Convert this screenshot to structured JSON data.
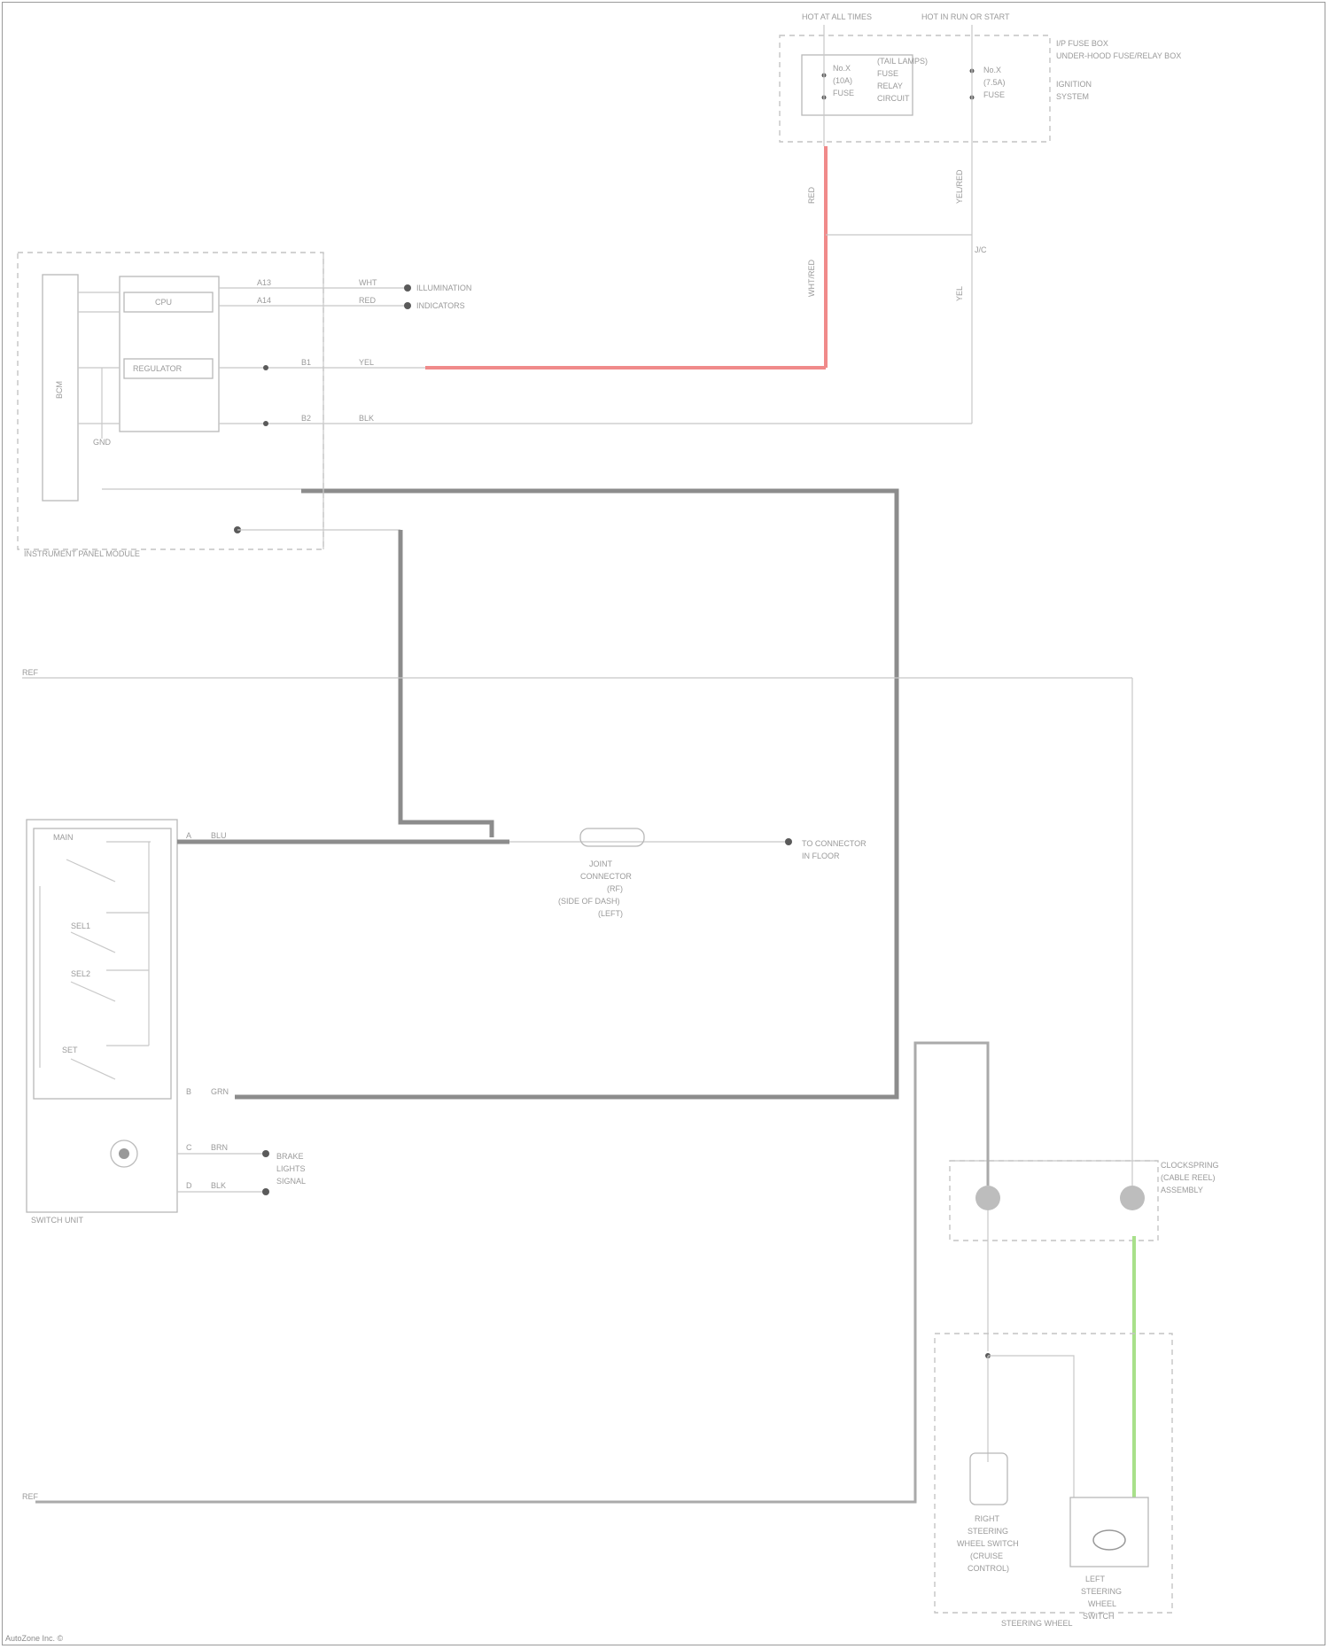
{
  "diagram": {
    "footer": "AutoZone Inc. ©",
    "top_left_header": "HOT AT ALL TIMES",
    "top_right_header": "HOT IN RUN OR START",
    "fuse_box_title": "I/P FUSE BOX",
    "fuse_box_title2": "UNDER-HOOD FUSE/RELAY BOX",
    "fuse_a": {
      "line1": "No.X",
      "line2": "(10A)",
      "line3": "FUSE"
    },
    "fuse_b": {
      "line1": "No.X",
      "line2": "(7.5A)",
      "line3": "FUSE"
    },
    "fuse_a_desc": [
      "(TAIL LAMPS)",
      "FUSE",
      "RELAY",
      "CIRCUIT"
    ],
    "fuse_b_desc": [
      "IGNITION",
      "SYSTEM"
    ],
    "module_title": "INSTRUMENT PANEL MODULE",
    "module_inner_1": "CPU",
    "module_inner_2": "REGULATOR",
    "module_side": "BCM",
    "module_outputs": [
      {
        "pin": "A13",
        "wire": "WHT",
        "dest": "ILLUMINATION"
      },
      {
        "pin": "A14",
        "wire": "RED",
        "dest": "INDICATORS"
      },
      {
        "pin": "B1",
        "wire": "YEL",
        "dest": ""
      },
      {
        "pin": "B2",
        "wire": "BLK",
        "dest": ""
      }
    ],
    "wire_labels": {
      "red_wire": "WHT/RED",
      "gray_wire": "YEL",
      "top_red": "RED",
      "top_gray": "YEL/RED",
      "junction_top": "J/C"
    },
    "gnd_label": "GND",
    "ref_1": "REF",
    "ref_2": "REF",
    "switch_title": "SWITCH UNIT",
    "switch_labels": [
      "MAIN",
      "SEL1",
      "SEL2",
      "SET"
    ],
    "switch_outputs": [
      {
        "pin": "A",
        "wire": "BLU"
      },
      {
        "pin": "B",
        "wire": "GRN"
      },
      {
        "pin": "C",
        "wire": "BRN"
      },
      {
        "pin": "D",
        "wire": "BLK"
      }
    ],
    "switch_bottom_dest": [
      "BRAKE",
      "LIGHTS",
      "SIGNAL"
    ],
    "connector_mid": [
      "JOINT",
      "CONNECTOR",
      "(RF)",
      "(SIDE OF DASH)",
      "(LEFT)"
    ],
    "right_dest": [
      "TO CONNECTOR",
      "IN FLOOR"
    ],
    "clock_spring": [
      "CLOCKSPRING",
      "(CABLE REEL)",
      "ASSEMBLY"
    ],
    "bottom_box_title": "STEERING WHEEL",
    "bottom_left_device": [
      "RIGHT",
      "STEERING",
      "WHEEL SWITCH",
      "(CRUISE",
      "CONTROL)"
    ],
    "bottom_right_device": [
      "LEFT",
      "STEERING",
      "WHEEL",
      "SWITCH"
    ],
    "colors": {
      "red_wire": "#f08a8a",
      "green_wire": "#a8e08a",
      "dark_wire": "#8c8c8c"
    }
  }
}
